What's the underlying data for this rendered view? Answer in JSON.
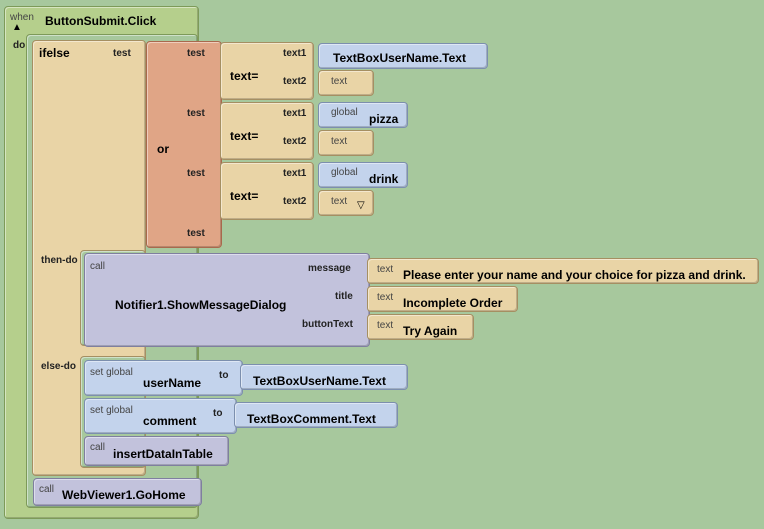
{
  "event": {
    "when": "when",
    "name": "ButtonSubmit.Click",
    "do": "do"
  },
  "ifelse": {
    "label": "ifelse",
    "test": "test",
    "then_do": "then-do",
    "else_do": "else-do"
  },
  "or_block": {
    "label": "or",
    "test": "test"
  },
  "compares": [
    {
      "label": "text=",
      "text1": "text1",
      "text2": "text2",
      "arg1_prefix": "",
      "arg1": "TextBoxUserName.Text",
      "arg2": "text",
      "arg2_value": ""
    },
    {
      "label": "text=",
      "text1": "text1",
      "text2": "text2",
      "arg1_prefix": "global",
      "arg1": "pizza",
      "arg2": "text",
      "arg2_value": ""
    },
    {
      "label": "text=",
      "text1": "text1",
      "text2": "text2",
      "arg1_prefix": "global",
      "arg1": "drink",
      "arg2": "text",
      "arg2_value": "▽"
    }
  ],
  "dialog": {
    "call": "call",
    "name": "Notifier1.ShowMessageDialog",
    "message_label": "message",
    "title_label": "title",
    "button_label": "buttonText",
    "text_prefix": "text",
    "message": "Please enter your name and your choice for pizza and drink.",
    "title": "Incomplete Order",
    "button_text": "Try Again"
  },
  "else_blocks": {
    "set_global": "set global",
    "to": "to",
    "call": "call",
    "var1": "userName",
    "val1": "TextBoxUserName.Text",
    "var2": "comment",
    "val2": "TextBoxComment.Text",
    "insert": "insertDataInTable"
  },
  "final_call": {
    "call": "call",
    "name": "WebViewer1.GoHome"
  },
  "collapse_icon": "triangle-up-icon"
}
